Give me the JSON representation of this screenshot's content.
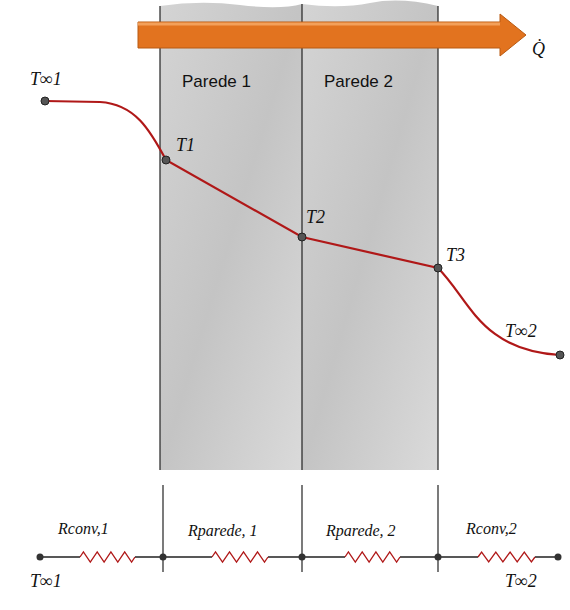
{
  "diagram": {
    "nodes": [
      {
        "text": [
          "Parede 1"
        ]
      },
      {
        "text": [
          "Parede 2"
        ]
      }
    ],
    "labels": [
      "Q̇",
      "T∞1",
      "T1",
      "T2",
      "T3",
      "T∞2",
      "Rconv,1",
      "Rparede, 1",
      "Rparede, 2",
      "Rconv,2",
      "T∞1",
      "T∞2"
    ]
  }
}
